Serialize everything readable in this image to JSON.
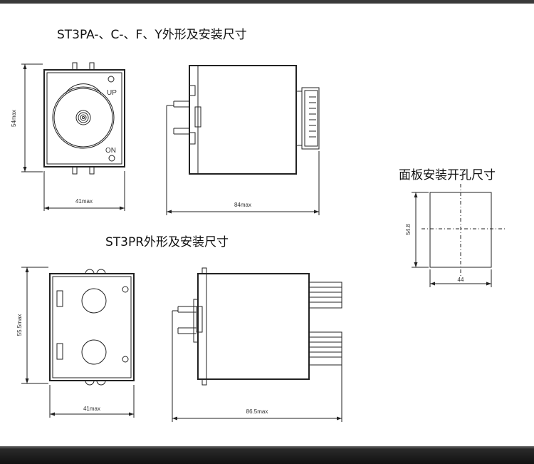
{
  "headings": {
    "top": "ST3PA-、C-、F、Y外形及安装尺寸",
    "middle": "ST3PR外形及安装尺寸",
    "panel": "面板安装开孔尺寸"
  },
  "dims": {
    "pa_height": "54max",
    "pa_width": "41max",
    "pa_depth": "84max",
    "pr_height": "55.5max",
    "pr_width": "41max",
    "pr_depth": "86.5max",
    "cut_height": "54.8",
    "cut_width": "44"
  },
  "labels": {
    "up": "UP",
    "on": "ON"
  }
}
